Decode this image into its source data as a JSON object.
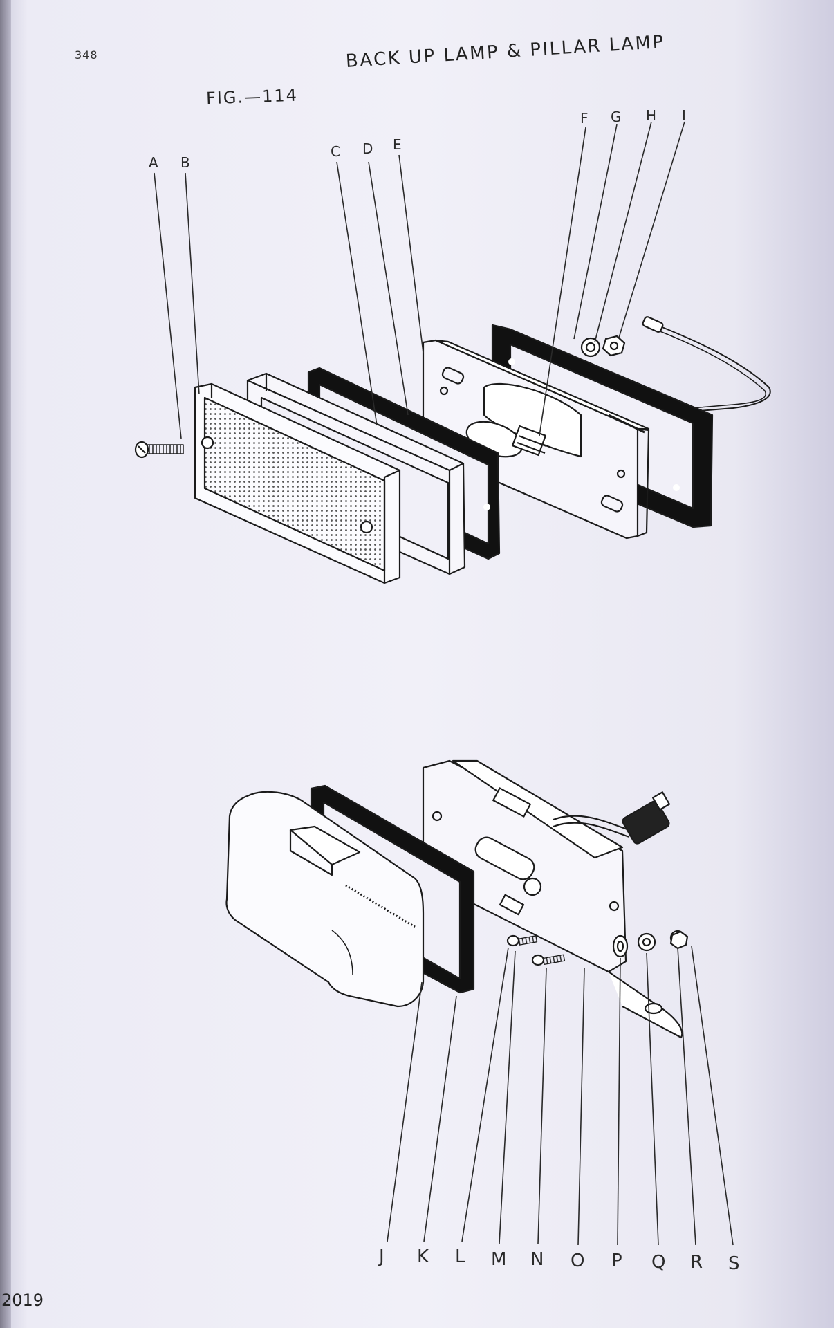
{
  "page_number": "348",
  "figure_label": "FIG.—114",
  "title": "BACK UP LAMP & PILLAR LAMP",
  "year": "2019",
  "upper_callouts": [
    "A",
    "B",
    "C",
    "D",
    "E",
    "F",
    "G",
    "H",
    "I"
  ],
  "lower_callouts": [
    "J",
    "K",
    "L",
    "M",
    "N",
    "O",
    "P",
    "Q",
    "R",
    "S"
  ]
}
